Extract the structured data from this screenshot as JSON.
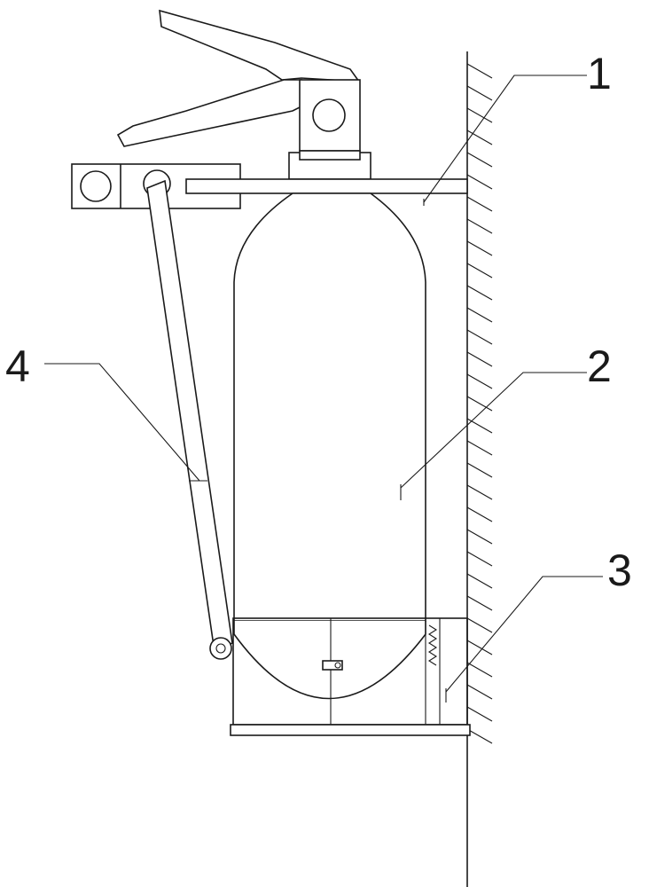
{
  "figure": {
    "background": "#ffffff",
    "line_color": "#1a1a1a",
    "callouts": [
      {
        "id": "1",
        "text": "1",
        "target": "mounting-bracket-arm"
      },
      {
        "id": "2",
        "text": "2",
        "target": "extinguisher-cylinder"
      },
      {
        "id": "3",
        "text": "3",
        "target": "base-holder"
      },
      {
        "id": "4",
        "text": "4",
        "target": "support-link-rod"
      }
    ]
  }
}
